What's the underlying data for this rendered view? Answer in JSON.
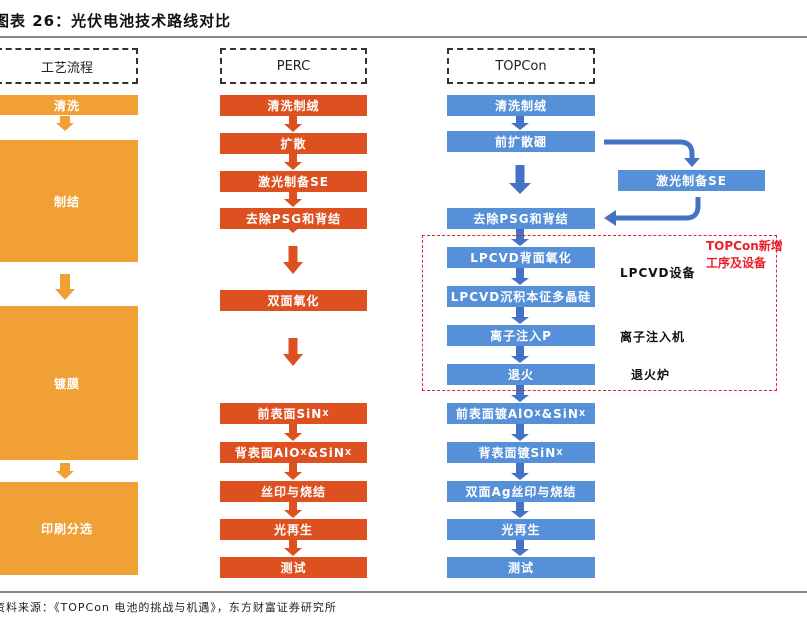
{
  "title": "图表 26：光伏电池技术路线对比",
  "source": "资料来源：《TOPCon 电池的挑战与机遇》，东方财富证券研究所",
  "colors": {
    "process": "#f0a035",
    "perc": "#dd5020",
    "topcon": "#5590d8",
    "highlight": "#e8202a"
  },
  "columns": {
    "process": {
      "header": "工艺流程",
      "steps": [
        "清洗",
        "制结",
        "镀膜",
        "印刷分选"
      ]
    },
    "perc": {
      "header": "PERC",
      "steps": [
        {
          "t": "清洗制绒"
        },
        {
          "t": "扩散"
        },
        {
          "t": "激光制备SE"
        },
        {
          "t": "去除PSG和背结"
        },
        {
          "t": "双面氧化"
        },
        {
          "t": "前表面SiN",
          "s": "X"
        },
        {
          "t": "背表面AlO",
          "s": "X",
          "t2": "&SiN",
          "s2": "X"
        },
        {
          "t": "丝印与烧结"
        },
        {
          "t": "光再生"
        },
        {
          "t": "测试"
        }
      ]
    },
    "topcon": {
      "header": "TOPCon",
      "steps": [
        {
          "t": "清洗制绒"
        },
        {
          "t": "前扩散硼"
        },
        {
          "t": "去除PSG和背结"
        },
        {
          "t": "LPCVD背面氧化"
        },
        {
          "t": "LPCVD沉积本征多晶硅"
        },
        {
          "t": "离子注入P"
        },
        {
          "t": "退火"
        },
        {
          "t": "前表面镀AlO",
          "s": "X",
          "t2": "&SiN",
          "s2": "X"
        },
        {
          "t": "背表面镀SiN",
          "s": "X"
        },
        {
          "t": "双面Ag丝印与烧结"
        },
        {
          "t": "光再生"
        },
        {
          "t": "测试"
        }
      ],
      "side_step": "激光制备SE"
    }
  },
  "equipment": [
    "LPCVD设备",
    "离子注入机",
    "退火炉"
  ],
  "new_note": [
    "TOPCon新增",
    "工序及设备"
  ]
}
